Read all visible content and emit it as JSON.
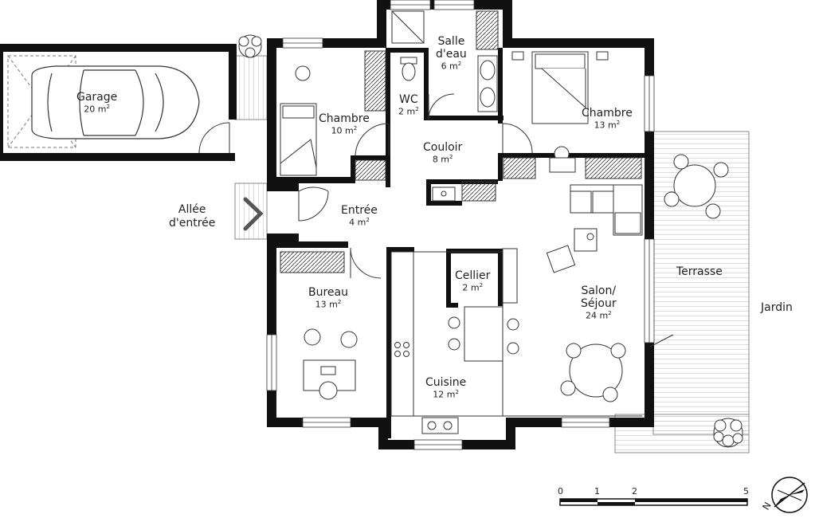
{
  "rooms": {
    "garage": {
      "name": "Garage",
      "area": "20 m",
      "exp": "2"
    },
    "chambre1": {
      "name": "Chambre",
      "area": "10 m",
      "exp": "2"
    },
    "wc": {
      "name": "WC",
      "area": "2 m",
      "exp": "2"
    },
    "sdb": {
      "name1": "Salle",
      "name2": "d'eau",
      "area": "6 m",
      "exp": "2"
    },
    "chambre2": {
      "name": "Chambre",
      "area": "13 m",
      "exp": "2"
    },
    "couloir": {
      "name": "Couloir",
      "area": "8 m",
      "exp": "2"
    },
    "entree": {
      "name": "Entrée",
      "area": "4 m",
      "exp": "2"
    },
    "bureau": {
      "name": "Bureau",
      "area": "13 m",
      "exp": "2"
    },
    "cellier": {
      "name": "Cellier",
      "area": "2 m",
      "exp": "2"
    },
    "salon": {
      "name1": "Salon/",
      "name2": "Séjour",
      "area": "24 m",
      "exp": "2"
    },
    "cuisine": {
      "name": "Cuisine",
      "area": "12 m",
      "exp": "2"
    }
  },
  "outside": {
    "allee1": "Allée",
    "allee2": "d'entrée",
    "terrasse": "Terrasse",
    "jardin": "Jardin"
  },
  "scale": {
    "ticks": [
      "0",
      "1",
      "2",
      "5"
    ]
  },
  "compass": {
    "label": "N"
  }
}
